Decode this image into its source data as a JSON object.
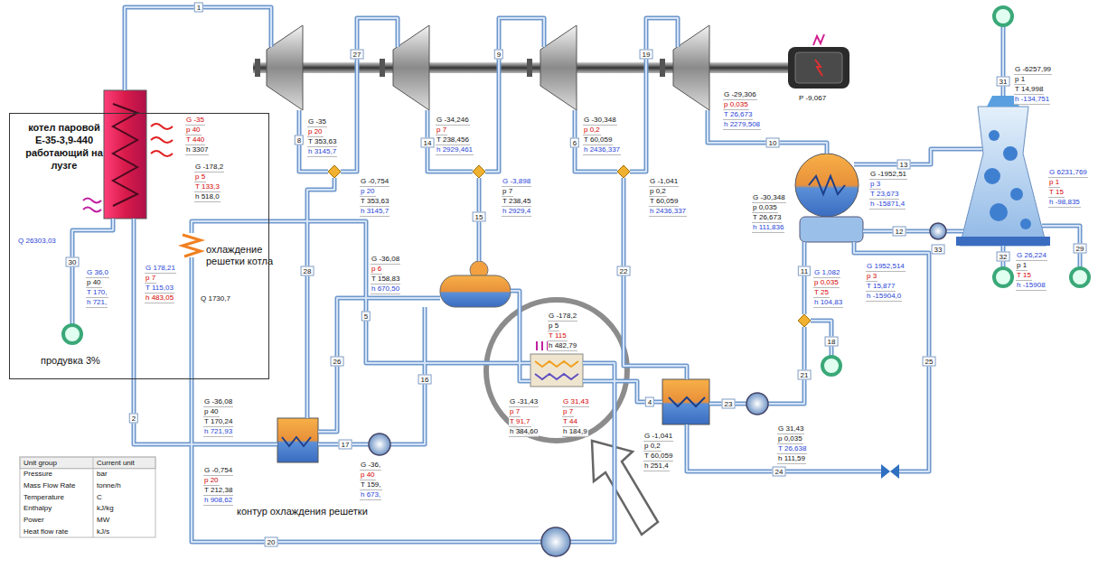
{
  "diagram": {
    "nodes": [
      {
        "text": [
          "котел паровой E-35-3,9-440 работающий на лузге",
          "продувка 3%"
        ]
      }
    ],
    "labels": [
      "Q 26303,03",
      "охлаждение решетки котла",
      "Q 1730,7",
      "контур охлаждения решетки",
      "P -9,067",
      "G -35",
      "p 40",
      "T 440",
      "h 3307",
      "G -35",
      "p 20",
      "T 353,63",
      "h 3145,7",
      "G -0,754",
      "p 20",
      "T 353,63",
      "h 3145,7",
      "G -34,246",
      "p 7",
      "T 238,456",
      "h 2929,461",
      "G -3,898",
      "p 7",
      "T 238,45",
      "h 2929,4",
      "G -30,348",
      "p 0,2",
      "T 60,059",
      "h 2436,337",
      "G -1,041",
      "p 0,2",
      "T 60,059",
      "h 2436,337",
      "G -29,306",
      "p 0,035",
      "T 26,673",
      "h 2279,508",
      "G -1952,51",
      "p 3",
      "T 23,673",
      "h -15871,4",
      "G -6257,99",
      "p 1",
      "T 14,998",
      "h -134,751",
      "G 6231,769",
      "p 1",
      "T 15",
      "h -98,835",
      "G 26,224",
      "p 1",
      "T 15",
      "h -15908",
      "G -30,348",
      "p 0,035",
      "T 26,673",
      "h 111,836",
      "G 1,082",
      "p 0,035",
      "T 25",
      "h 104,83",
      "G 1952,514",
      "p 3",
      "T 15,877",
      "h -15904,0",
      "G -178,2",
      "p 5",
      "T 133,3",
      "h 518,0",
      "G 178,21",
      "p 7",
      "T 115,03",
      "h 483,05",
      "G 36,0",
      "p 40",
      "T 170,",
      "h 721,",
      "G -36,08",
      "p 6",
      "T 158,83",
      "h 670,50",
      "G -36,08",
      "p 40",
      "T 170,24",
      "h 721,93",
      "G -0,754",
      "p 20",
      "T 212,38",
      "h 908,62",
      "G -36,",
      "p 40",
      "T 159,",
      "h 673,",
      "G -178,2",
      "p 5",
      "T 115",
      "h 482,79",
      "G -31,43",
      "p 7",
      "T 91,7",
      "h 384,60",
      "G 31,43",
      "p 7",
      "T 44",
      "h 184,9",
      "G -1,041",
      "p 0,2",
      "T 60,059",
      "h 251,4",
      "G 31,43",
      "p 0,035",
      "T 26,638",
      "h 111,59",
      "1",
      "27",
      "9",
      "19",
      "8",
      "14",
      "6",
      "10",
      "13",
      "31",
      "30",
      "15",
      "5",
      "28",
      "22",
      "11",
      "12",
      "33",
      "32",
      "29",
      "18",
      "16",
      "26",
      "21",
      "23",
      "4",
      "17",
      "2",
      "24",
      "25",
      "20",
      "Unit group",
      "Current unit",
      "Pressure",
      "bar",
      "Mass Flow Rate",
      "tonne/h",
      "Temperature",
      "C",
      "Enthalpy",
      "kJ/kg",
      "Power",
      "MW",
      "Heat flow rate",
      "kJ/s"
    ]
  }
}
